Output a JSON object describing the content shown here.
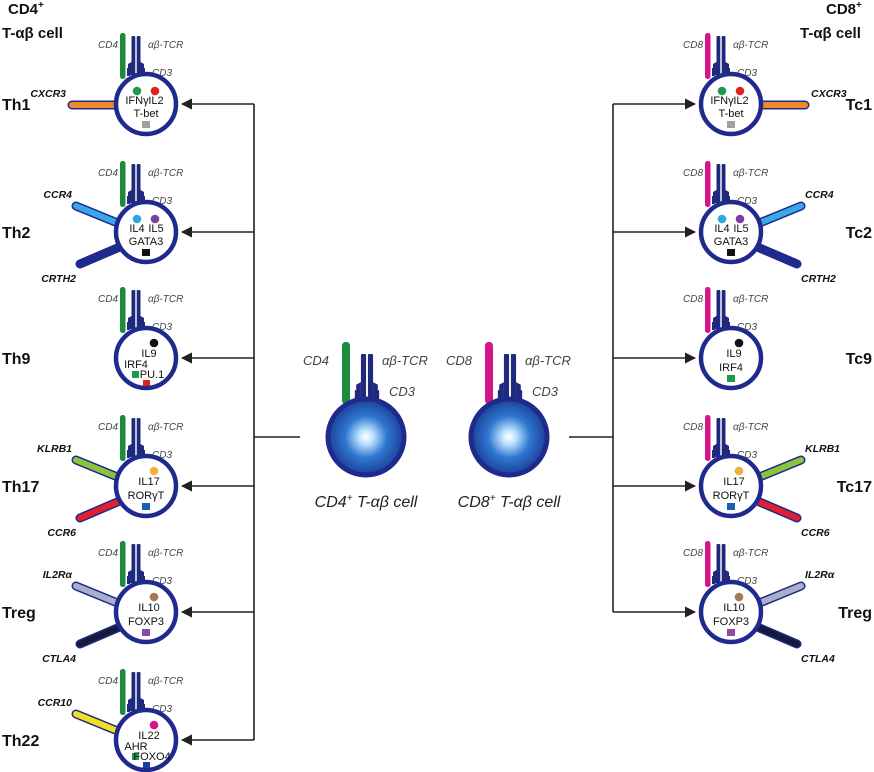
{
  "colors": {
    "cell_border": "#1f2a8c",
    "tcr": "#1f2a7c",
    "cd4": "#1e8a3c",
    "cd8": "#d4158a",
    "arrow": "#222222",
    "center_fill_outer": "#1f4fa8",
    "center_fill_inner": "#e8f4ff"
  },
  "headers": {
    "left_line1": "CD4",
    "left_sup": "+",
    "left_line2": "T-αβ cell",
    "right_line1": "CD8",
    "right_sup": "+",
    "right_line2": "T-αβ cell"
  },
  "center": {
    "cd4_cell": {
      "coreceptor": "CD4",
      "tcr": "αβ-TCR",
      "cd3": "CD3",
      "caption_prefix": "CD4",
      "caption_sup": "+",
      "caption_suffix": " T-αβ cell"
    },
    "cd8_cell": {
      "coreceptor": "CD8",
      "tcr": "αβ-TCR",
      "cd3": "CD3",
      "caption_prefix": "CD8",
      "caption_sup": "+",
      "caption_suffix": " T-αβ cell"
    }
  },
  "left_cells": [
    {
      "label": "Th1",
      "coreceptor": "CD4",
      "tcr": "αβ-TCR",
      "cd3": "CD3",
      "receptors": [
        {
          "name": "CXCR3",
          "color": "#f08a24"
        }
      ],
      "markers": [
        {
          "text": "IFNγ",
          "dot": "#1e9a48",
          "shape": "circle"
        },
        {
          "text": "IL2",
          "dot": "#e02020",
          "shape": "circle"
        },
        {
          "text": "T-bet",
          "dot": "#a0a0a0",
          "shape": "square"
        }
      ]
    },
    {
      "label": "Th2",
      "coreceptor": "CD4",
      "tcr": "αβ-TCR",
      "cd3": "CD3",
      "receptors": [
        {
          "name": "CCR4",
          "color": "#3aa8e8"
        },
        {
          "name": "CRTH2",
          "color": "#1f2a8c"
        }
      ],
      "markers": [
        {
          "text": "IL4",
          "dot": "#2aa8e0",
          "shape": "circle"
        },
        {
          "text": "IL5",
          "dot": "#7a3fa0",
          "shape": "circle"
        },
        {
          "text": "GATA3",
          "dot": "#111111",
          "shape": "square"
        }
      ]
    },
    {
      "label": "Th9",
      "coreceptor": "CD4",
      "tcr": "αβ-TCR",
      "cd3": "CD3",
      "receptors": [],
      "markers": [
        {
          "text": "IL9",
          "dot": "#111111",
          "shape": "circle"
        },
        {
          "text": "IRF4",
          "dot": "#1e9a48",
          "shape": "square"
        },
        {
          "text": "PU.1",
          "dot": "#e02020",
          "shape": "square"
        }
      ]
    },
    {
      "label": "Th17",
      "coreceptor": "CD4",
      "tcr": "αβ-TCR",
      "cd3": "CD3",
      "receptors": [
        {
          "name": "KLRB1",
          "color": "#8cc43c"
        },
        {
          "name": "CCR6",
          "color": "#e02030"
        }
      ],
      "markers": [
        {
          "text": "IL17",
          "dot": "#f0b040",
          "shape": "circle"
        },
        {
          "text": "RORγT",
          "dot": "#1a5fb0",
          "shape": "square"
        }
      ]
    },
    {
      "label": "Treg",
      "coreceptor": "CD4",
      "tcr": "αβ-TCR",
      "cd3": "CD3",
      "receptors": [
        {
          "name": "IL2Rα",
          "color": "#a8b0c8"
        },
        {
          "name": "CTLA4",
          "color": "#141a38"
        }
      ],
      "markers": [
        {
          "text": "IL10",
          "dot": "#a87850",
          "shape": "circle"
        },
        {
          "text": "FOXP3",
          "dot": "#8a4aa8",
          "shape": "square"
        }
      ]
    },
    {
      "label": "Th22",
      "coreceptor": "CD4",
      "tcr": "αβ-TCR",
      "cd3": "CD3",
      "receptors": [
        {
          "name": "CCR10",
          "color": "#f0e020"
        }
      ],
      "markers": [
        {
          "text": "IL22",
          "dot": "#d4158a",
          "shape": "circle"
        },
        {
          "text": "AHR",
          "dot": "#1e9a48",
          "shape": "square"
        },
        {
          "text": "FOXO4",
          "dot": "#1a3fa0",
          "shape": "square"
        }
      ]
    }
  ],
  "right_cells": [
    {
      "label": "Tc1",
      "coreceptor": "CD8",
      "tcr": "αβ-TCR",
      "cd3": "CD3",
      "receptors": [
        {
          "name": "CXCR3",
          "color": "#f08a24"
        }
      ],
      "markers": [
        {
          "text": "IFNγ",
          "dot": "#1e9a48",
          "shape": "circle"
        },
        {
          "text": "IL2",
          "dot": "#e02020",
          "shape": "circle"
        },
        {
          "text": "T-bet",
          "dot": "#a0a0a0",
          "shape": "square"
        }
      ]
    },
    {
      "label": "Tc2",
      "coreceptor": "CD8",
      "tcr": "αβ-TCR",
      "cd3": "CD3",
      "receptors": [
        {
          "name": "CCR4",
          "color": "#3aa8e8"
        },
        {
          "name": "CRTH2",
          "color": "#1f2a8c"
        }
      ],
      "markers": [
        {
          "text": "IL4",
          "dot": "#2aa8e0",
          "shape": "circle"
        },
        {
          "text": "IL5",
          "dot": "#7a3fa0",
          "shape": "circle"
        },
        {
          "text": "GATA3",
          "dot": "#111111",
          "shape": "square"
        }
      ]
    },
    {
      "label": "Tc9",
      "coreceptor": "CD8",
      "tcr": "αβ-TCR",
      "cd3": "CD3",
      "receptors": [],
      "markers": [
        {
          "text": "IL9",
          "dot": "#111111",
          "shape": "circle"
        },
        {
          "text": "IRF4",
          "dot": "#1e9a48",
          "shape": "square"
        }
      ]
    },
    {
      "label": "Tc17",
      "coreceptor": "CD8",
      "tcr": "αβ-TCR",
      "cd3": "CD3",
      "receptors": [
        {
          "name": "KLRB1",
          "color": "#8cc43c"
        },
        {
          "name": "CCR6",
          "color": "#e02030"
        }
      ],
      "markers": [
        {
          "text": "IL17",
          "dot": "#f0b040",
          "shape": "circle"
        },
        {
          "text": "RORγT",
          "dot": "#1a5fb0",
          "shape": "square"
        }
      ]
    },
    {
      "label": "Treg",
      "coreceptor": "CD8",
      "tcr": "αβ-TCR",
      "cd3": "CD3",
      "receptors": [
        {
          "name": "IL2Rα",
          "color": "#a8b0c8"
        },
        {
          "name": "CTLA4",
          "color": "#141a38"
        }
      ],
      "markers": [
        {
          "text": "IL10",
          "dot": "#a87850",
          "shape": "circle"
        },
        {
          "text": "FOXP3",
          "dot": "#8a4aa8",
          "shape": "square"
        }
      ]
    }
  ]
}
